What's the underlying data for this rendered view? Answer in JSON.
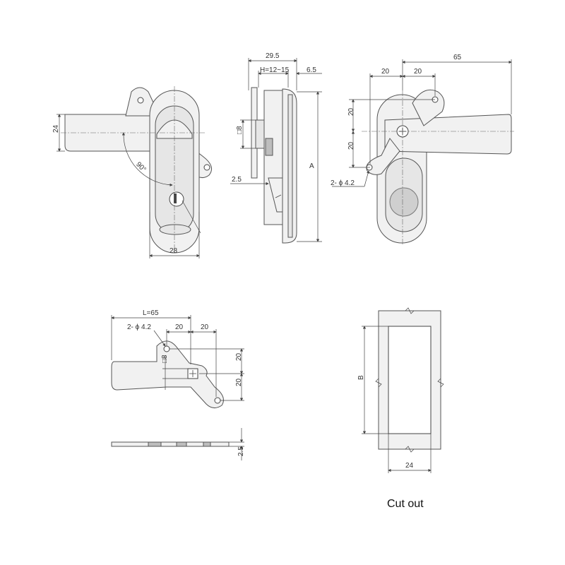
{
  "front_view": {
    "width_label": "28",
    "handle_height_label": "24",
    "rotation_label": "90°"
  },
  "side_view": {
    "overall_label": "29.5",
    "h_label": "H=12~15",
    "right_label": "6.5",
    "square_label": "□8",
    "thickness_label": "2.5",
    "a_label": "A"
  },
  "rear_view": {
    "total_label": "65",
    "top_left_label": "20",
    "top_right_label": "20",
    "v_upper_label": "20",
    "v_lower_label": "20",
    "holes_label": "2- ϕ 4.2"
  },
  "cam_view": {
    "length_label": "L=65",
    "holes_label": "2- ϕ 4.2",
    "top_left_label": "20",
    "top_right_label": "20",
    "square_label": "□8",
    "v_upper_label": "20",
    "v_lower_label": "20",
    "thickness_label": "2.5"
  },
  "cutout_view": {
    "b_label": "B",
    "width_label": "24",
    "caption": "Cut out"
  }
}
